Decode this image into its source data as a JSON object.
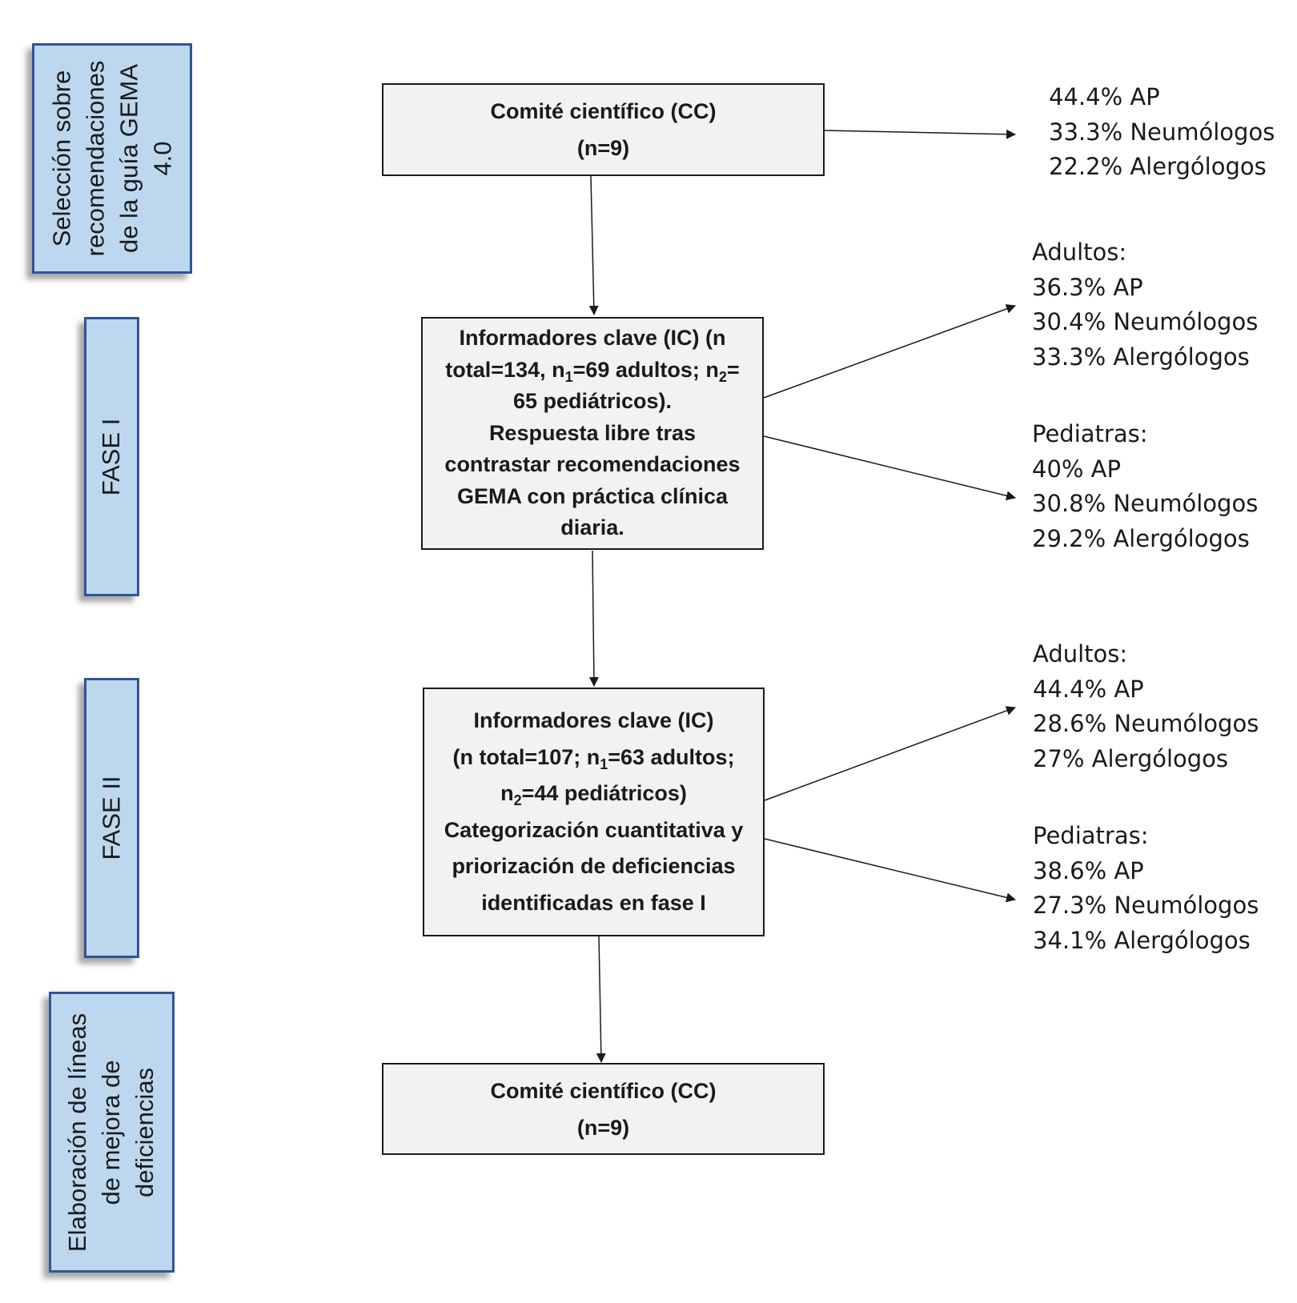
{
  "phases": {
    "selection": [
      "Selección sobre",
      "recomendaciones",
      "de la guía GEMA",
      "4.0"
    ],
    "fase1": [
      "FASE I"
    ],
    "fase2": [
      "FASE II"
    ],
    "elaboracion": [
      "Elaboración de líneas",
      "de mejora de",
      "deficiencias"
    ]
  },
  "boxes": {
    "cc_top": {
      "line1": "Comité científico (CC)",
      "line2": "(n=9)"
    },
    "fase1_box": {
      "l1": "Informadores clave (IC) (n",
      "l2a": "total=134, n",
      "l2sub1": "1",
      "l2b": "=69 adultos; n",
      "l2sub2": "2",
      "l2c": "=",
      "l3": "65 pediátricos).",
      "l4": "Respuesta libre tras",
      "l5": "contrastar recomendaciones",
      "l6": "GEMA con práctica clínica",
      "l7": "diaria."
    },
    "fase2_box": {
      "l1": "Informadores clave (IC)",
      "l2a": "(n total=107; n",
      "l2sub1": "1",
      "l2b": "=63 adultos;",
      "l3a": "n",
      "l3sub": "2",
      "l3b": "=44 pediátricos)",
      "l4": "Categorización cuantitativa y",
      "l5": "priorización de deficiencias",
      "l6": "identificadas en fase I"
    },
    "cc_bottom": {
      "line1": "Comité científico (CC)",
      "line2": "(n=9)"
    }
  },
  "stats": {
    "cc": [
      "44.4% AP",
      "33.3% Neumólogos",
      "22.2% Alergólogos"
    ],
    "fase1_adultos": [
      "Adultos:",
      "36.3% AP",
      "30.4% Neumólogos",
      "33.3% Alergólogos"
    ],
    "fase1_pediatras": [
      "Pediatras:",
      "40% AP",
      "30.8% Neumólogos",
      "29.2% Alergólogos"
    ],
    "fase2_adultos": [
      "Adultos:",
      "44.4% AP",
      "28.6% Neumólogos",
      "27% Alergólogos"
    ],
    "fase2_pediatras": [
      "Pediatras:",
      "38.6% AP",
      "27.3% Neumólogos",
      "34.1% Alergólogos"
    ]
  },
  "colors": {
    "phase_fill": "#bdd7ee",
    "phase_border": "#2f5597",
    "box_fill": "#f2f2f2",
    "line": "#1a1a1a"
  }
}
